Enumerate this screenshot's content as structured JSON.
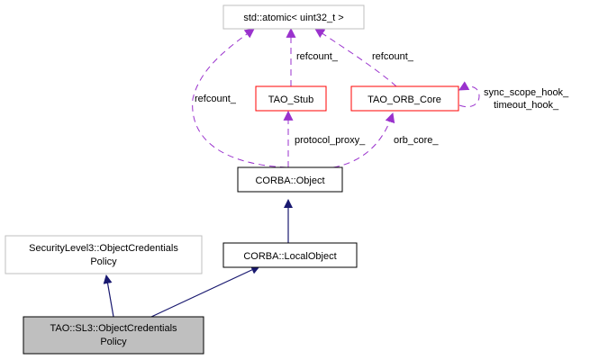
{
  "nodes": {
    "atomic": {
      "lines": [
        "std::atomic< uint32_t >"
      ]
    },
    "stub": {
      "lines": [
        "TAO_Stub"
      ]
    },
    "orb_core": {
      "lines": [
        "TAO_ORB_Core"
      ]
    },
    "object": {
      "lines": [
        "CORBA::Object"
      ]
    },
    "local_object": {
      "lines": [
        "CORBA::LocalObject"
      ]
    },
    "sl3_policy": {
      "lines": [
        "SecurityLevel3::ObjectCredentials",
        "Policy"
      ]
    },
    "tao_sl3": {
      "lines": [
        "TAO::SL3::ObjectCredentials",
        "Policy"
      ]
    }
  },
  "edge_labels": {
    "object_atomic": "refcount_",
    "stub_atomic": "refcount_",
    "orb_atomic": "refcount_",
    "orb_self_1": "sync_scope_hook_",
    "orb_self_2": "timeout_hook_",
    "object_stub": "protocol_proxy_",
    "object_orb": "orb_core_"
  },
  "colors": {
    "inheritance_edge": "#191970",
    "usage_edge": "#9a32cd",
    "node_border_default": "#000000",
    "node_border_red": "#ff0000",
    "node_border_grey": "#bfbfbf",
    "highlight_fill": "#bfbfbf"
  }
}
